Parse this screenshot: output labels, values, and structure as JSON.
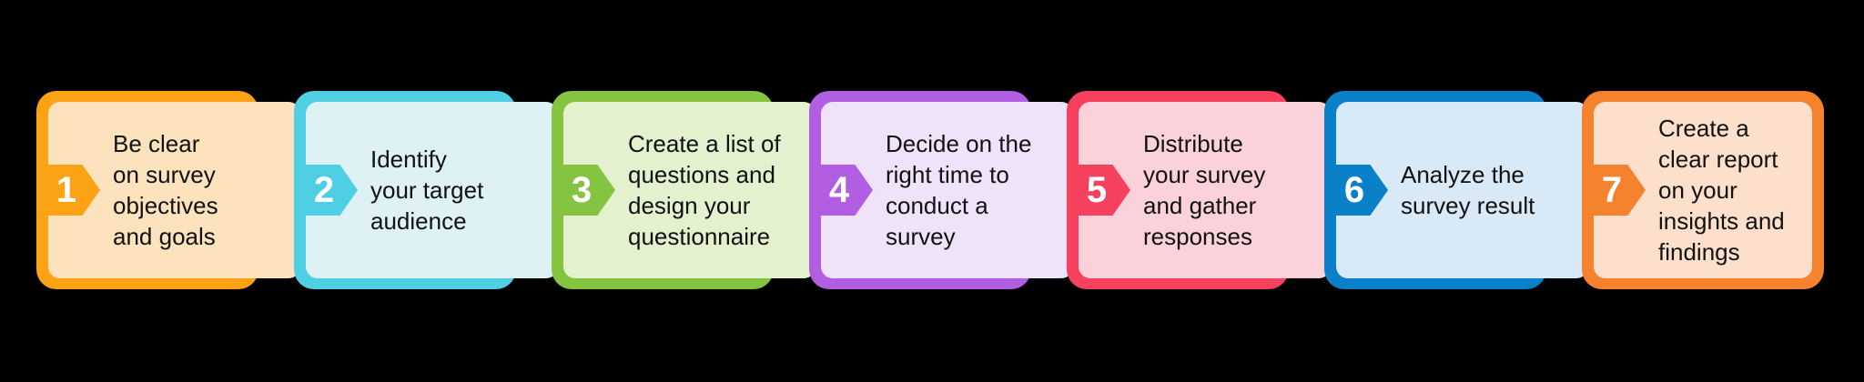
{
  "background_color": "#000000",
  "text_color": "#111111",
  "number_text_color": "#ffffff",
  "steps": [
    {
      "number": "1",
      "text": "Be clear on survey objectives and goals",
      "lines": [
        "Be clear",
        "on survey",
        "objectives",
        "and goals"
      ],
      "border_color": "#fba215",
      "fill_color": "#fce3be"
    },
    {
      "number": "2",
      "text": "Identify your target audience",
      "lines": [
        "Identify",
        "your target",
        "audience"
      ],
      "border_color": "#4ecfe4",
      "fill_color": "#def2f6"
    },
    {
      "number": "3",
      "text": "Create a list of questions and design your questionnaire",
      "lines": [
        "Create a list of",
        "questions and",
        "design your",
        "questionnaire"
      ],
      "border_color": "#85c440",
      "fill_color": "#e3f1cf"
    },
    {
      "number": "4",
      "text": "Decide on the right time to conduct a survey",
      "lines": [
        "Decide on the",
        "right time to",
        "conduct a",
        "survey"
      ],
      "border_color": "#b15ee2",
      "fill_color": "#efe3f9"
    },
    {
      "number": "5",
      "text": "Distribute your survey and gather responses",
      "lines": [
        "Distribute",
        "your survey",
        "and gather",
        "responses"
      ],
      "border_color": "#f5405e",
      "fill_color": "#fbd1da"
    },
    {
      "number": "6",
      "text": "Analyze the survey result",
      "lines": [
        "Analyze the",
        "survey result"
      ],
      "border_color": "#0a80c8",
      "fill_color": "#d8e9f7"
    },
    {
      "number": "7",
      "text": "Create a clear report on your insights and findings",
      "lines": [
        "Create a",
        "clear report",
        "on your",
        "insights and",
        "findings"
      ],
      "border_color": "#f5832e",
      "fill_color": "#fce0cb"
    }
  ]
}
